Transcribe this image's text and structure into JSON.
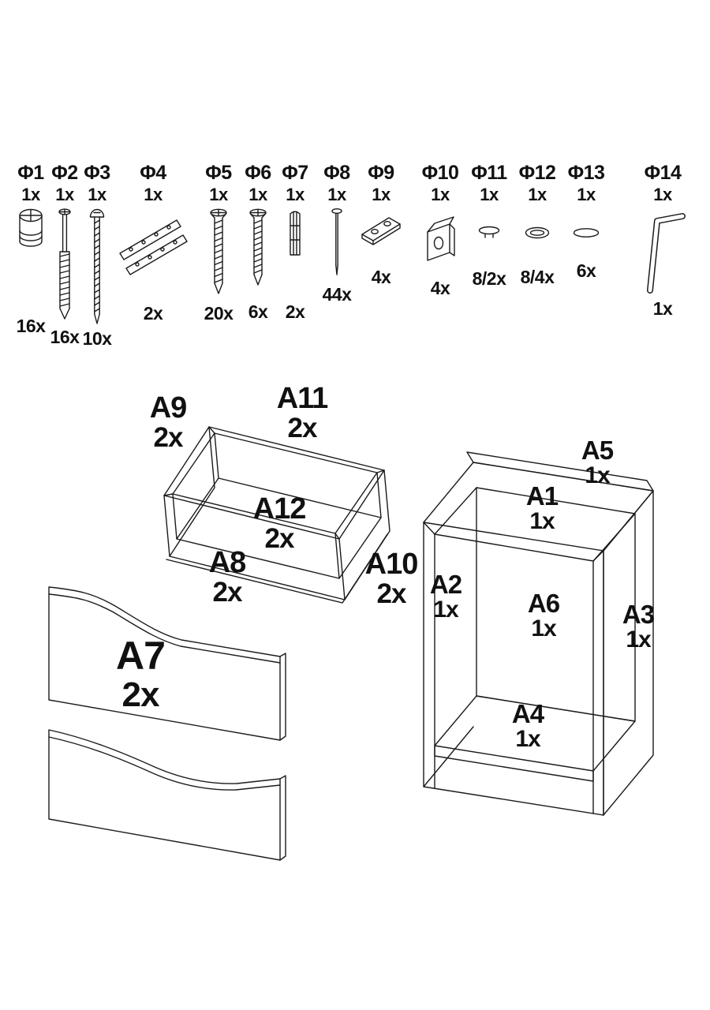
{
  "page": {
    "background": "#ffffff",
    "line_color": "#1b1b1b"
  },
  "hardware": [
    {
      "id": "Φ1",
      "scale": "1x",
      "qty": "16x",
      "icon": "cam-lock-icon"
    },
    {
      "id": "Φ2",
      "scale": "1x",
      "qty": "16x",
      "icon": "cam-bolt-icon"
    },
    {
      "id": "Φ3",
      "scale": "1x",
      "qty": "10x",
      "icon": "long-screw-icon"
    },
    {
      "id": "Φ4",
      "scale": "1x",
      "qty": "2x",
      "icon": "drawer-slides-icon"
    },
    {
      "id": "Φ5",
      "scale": "1x",
      "qty": "20x",
      "icon": "screw-icon"
    },
    {
      "id": "Φ6",
      "scale": "1x",
      "qty": "6x",
      "icon": "screw-icon"
    },
    {
      "id": "Φ7",
      "scale": "1x",
      "qty": "2x",
      "icon": "dowel-icon"
    },
    {
      "id": "Φ8",
      "scale": "1x",
      "qty": "44x",
      "icon": "nail-icon"
    },
    {
      "id": "Φ9",
      "scale": "1x",
      "qty": "4x",
      "icon": "plate-bracket-icon"
    },
    {
      "id": "Φ10",
      "scale": "1x",
      "qty": "4x",
      "icon": "corner-bracket-icon"
    },
    {
      "id": "Φ11",
      "scale": "1x",
      "qty": "8/2x",
      "icon": "cap-icon"
    },
    {
      "id": "Φ12",
      "scale": "1x",
      "qty": "8/4x",
      "icon": "cover-cap-icon"
    },
    {
      "id": "Φ13",
      "scale": "1x",
      "qty": "6x",
      "icon": "oval-cover-icon"
    },
    {
      "id": "Φ14",
      "scale": "1x",
      "qty": "1x",
      "icon": "allen-key-icon"
    }
  ],
  "panels": {
    "a1": {
      "id": "A1",
      "qty": "1x"
    },
    "a2": {
      "id": "A2",
      "qty": "1x"
    },
    "a3": {
      "id": "A3",
      "qty": "1x"
    },
    "a4": {
      "id": "A4",
      "qty": "1x"
    },
    "a5": {
      "id": "A5",
      "qty": "1x"
    },
    "a6": {
      "id": "A6",
      "qty": "1x"
    },
    "a7": {
      "id": "A7",
      "qty": "2x"
    },
    "a8": {
      "id": "A8",
      "qty": "2x"
    },
    "a9": {
      "id": "A9",
      "qty": "2x"
    },
    "a10": {
      "id": "A10",
      "qty": "2x"
    },
    "a11": {
      "id": "A11",
      "qty": "2x"
    },
    "a12": {
      "id": "A12",
      "qty": "2x"
    }
  }
}
